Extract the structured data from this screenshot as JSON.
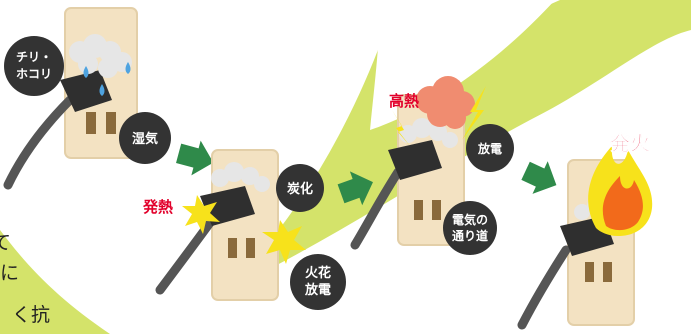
{
  "colors": {
    "background_green": "#d4e36a",
    "outlet_plate": "#f3e2c2",
    "outlet_shadow": "#e3cfa8",
    "slot": "#8a6a3c",
    "plug": "#2f2f2f",
    "cord": "#555555",
    "dust": "#e6e6e6",
    "water_drop": "#4ea3e0",
    "arrow_green": "#2f8a4a",
    "spark_yellow": "#f7e21b",
    "warning_red": "#e2002b",
    "callout_dark": "#333333",
    "smoke": "#f08c70",
    "flame_orange": "#f26a1b"
  },
  "side_text": {
    "line1": "て",
    "line2": "に",
    "line3": "く抗"
  },
  "stages": [
    {
      "id": "stage-1",
      "labels": {
        "dust": "チリ・",
        "dust2": "ホコリ",
        "moisture": "湿気"
      }
    },
    {
      "id": "stage-2",
      "labels": {
        "heat": "発熱",
        "carbonization": "炭化",
        "spark1": "火花",
        "spark2": "放電"
      }
    },
    {
      "id": "stage-3",
      "labels": {
        "high_heat": "高熱",
        "discharge": "放電",
        "path1": "電気の",
        "path2": "通り道"
      }
    },
    {
      "id": "stage-4",
      "labels": {
        "ignition": "発火"
      }
    }
  ],
  "arrows": [
    "right-arrow",
    "right-arrow",
    "right-arrow"
  ]
}
